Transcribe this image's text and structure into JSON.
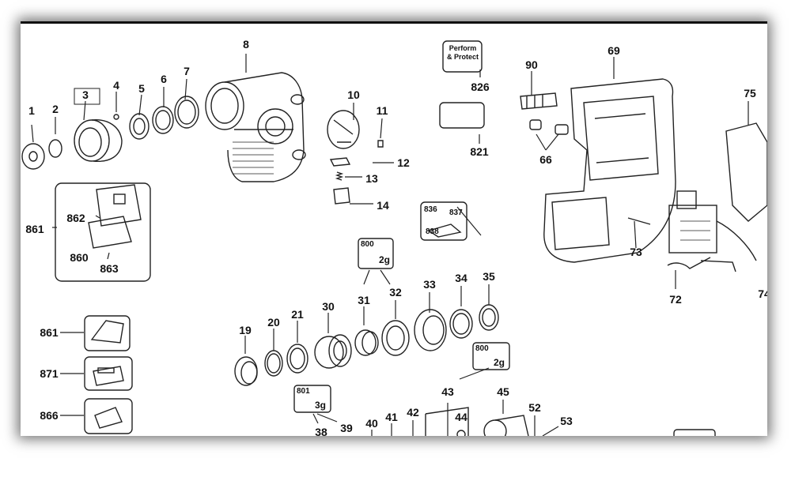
{
  "callouts": [
    "1",
    "2",
    "3",
    "4",
    "5",
    "6",
    "7",
    "8",
    "10",
    "11",
    "12",
    "13",
    "14",
    "69",
    "75",
    "90",
    "66",
    "73",
    "72",
    "74",
    "826",
    "821",
    "861",
    "862",
    "860",
    "863",
    "871",
    "866",
    "19",
    "20",
    "21",
    "30",
    "31",
    "32",
    "33",
    "34",
    "35",
    "43",
    "45",
    "52",
    "53",
    "38",
    "39",
    "40",
    "41",
    "42",
    "44"
  ],
  "labels": {
    "perform_protect": "Perform & Protect",
    "kit_800a": "800",
    "kit_800a_qty": "2g",
    "kit_800b": "800",
    "kit_800b_qty": "2g",
    "kit_801": "801",
    "kit_801_qty": "3g",
    "grp_836": "836",
    "grp_837": "837",
    "grp_838": "838"
  }
}
